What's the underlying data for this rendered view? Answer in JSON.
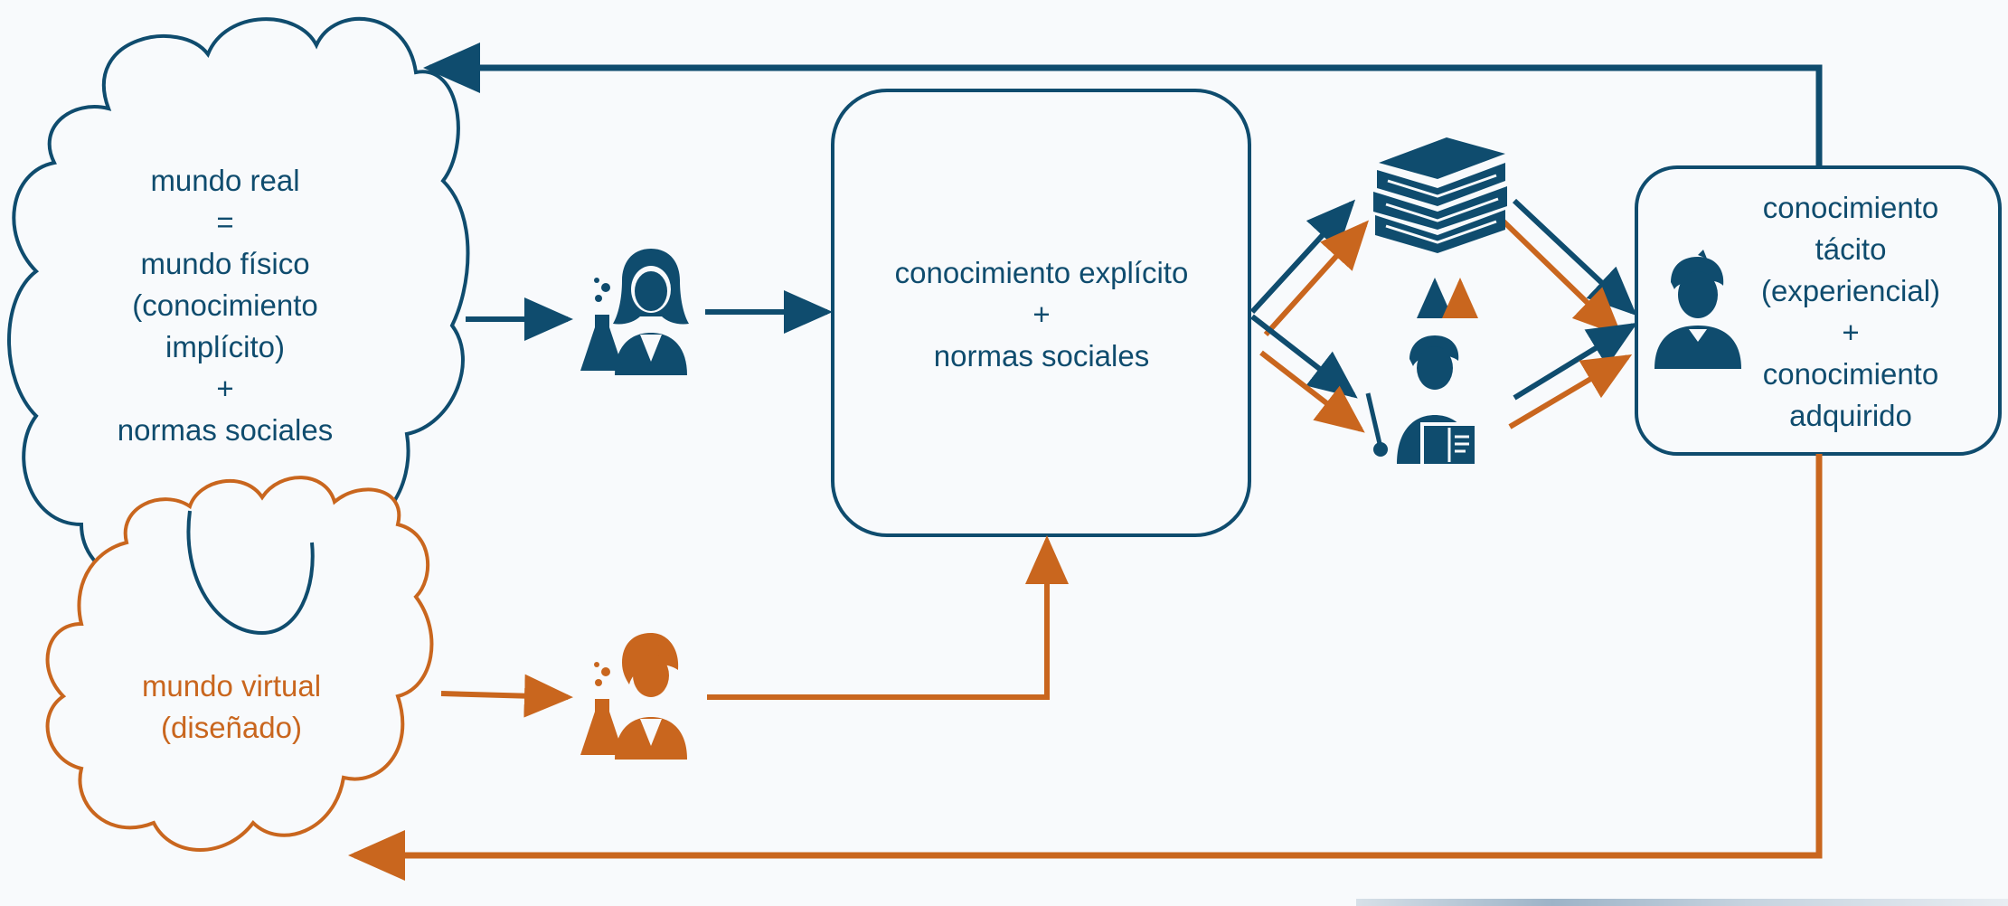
{
  "colors": {
    "real": "#0f4c6e",
    "virtual": "#c9661e",
    "background": "#f8fafc"
  },
  "real_world": {
    "lines": [
      "mundo real",
      "=",
      "mundo físico",
      "(conocimiento",
      "implícito)",
      "+",
      "normas sociales"
    ]
  },
  "virtual_world": {
    "lines": [
      "mundo virtual",
      "(diseñado)"
    ]
  },
  "explicit": {
    "lines": [
      "conocimiento explícito",
      "+",
      "normas sociales"
    ]
  },
  "tacit": {
    "lines": [
      "conocimiento",
      "tácito",
      "(experiencial)",
      "+",
      "conocimiento",
      "adquirido"
    ]
  },
  "icons": {
    "scientist_real": "scientist-woman-icon",
    "scientist_virtual": "scientist-man-icon",
    "books": "books-icon",
    "teacher": "teacher-icon",
    "learner": "learner-icon"
  }
}
